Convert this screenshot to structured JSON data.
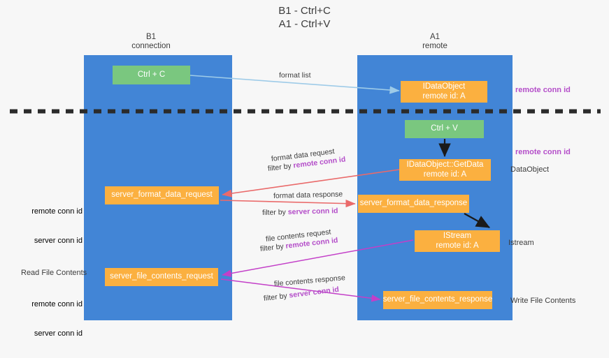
{
  "title": "B1 - Ctrl+C\nA1 - Ctrl+V",
  "colors": {
    "lane": "#4285d6",
    "green_node": "#7ac77f",
    "orange_node": "#fbb040",
    "purple_text": "#b44ec9",
    "green_text": "#6cbf6f",
    "dark_text": "#3c3c3c",
    "arrow_blue": "#9ecbe8",
    "arrow_red": "#ea6a6a",
    "arrow_magenta": "#c33fc8",
    "arrow_black": "#1a1a1a",
    "divider": "#2b2b2b",
    "background": "#f7f7f7"
  },
  "columns": {
    "left": {
      "title": "B1",
      "subtitle": "connection",
      "label": "B1\nconnection"
    },
    "right": {
      "title": "A1",
      "subtitle": "remote",
      "label": "A1\nremote"
    }
  },
  "nodes": {
    "ctrl_c": "Ctrl + C",
    "idataobject": "IDataObject\nremote id: A",
    "ctrl_v": "Ctrl + V",
    "getdata": "IDataObject::GetData\nremote id: A",
    "server_format_data_request": "server_format_data_request",
    "server_format_data_response": "server_format_data_response",
    "istream": "IStream\nremote id: A",
    "server_file_contents_request": "server_file_contents_request",
    "server_file_contents_response": "server_file_contents_response"
  },
  "annotations": {
    "remote_conn_id_top": "remote conn id",
    "remote_conn_id_mid": "remote conn id",
    "dataobject": "DataObject",
    "istream": "Istream",
    "write_file_contents": "Write File Contents",
    "read_file_contents": "Read File Contents",
    "remote_conn_id_left_1": "remote conn id",
    "server_conn_id_left_1": "server conn id",
    "remote_conn_id_left_2": "remote conn id",
    "server_conn_id_left_2": "server conn id"
  },
  "arrow_labels": {
    "format_list": "format list",
    "format_data_request": "format data request",
    "format_data_request_filter_prefix": "filter by ",
    "format_data_request_filter_key": "remote conn id",
    "format_data_response": "format data response",
    "format_data_response_filter_prefix": "filter by ",
    "format_data_response_filter_key": "server conn id",
    "file_contents_request": "file contents request",
    "file_contents_request_filter_prefix": "filter by ",
    "file_contents_request_filter_key": "remote conn id",
    "file_contents_response": "file contents response",
    "file_contents_response_filter_prefix": "filter by ",
    "file_contents_response_filter_key": "server conn id"
  }
}
